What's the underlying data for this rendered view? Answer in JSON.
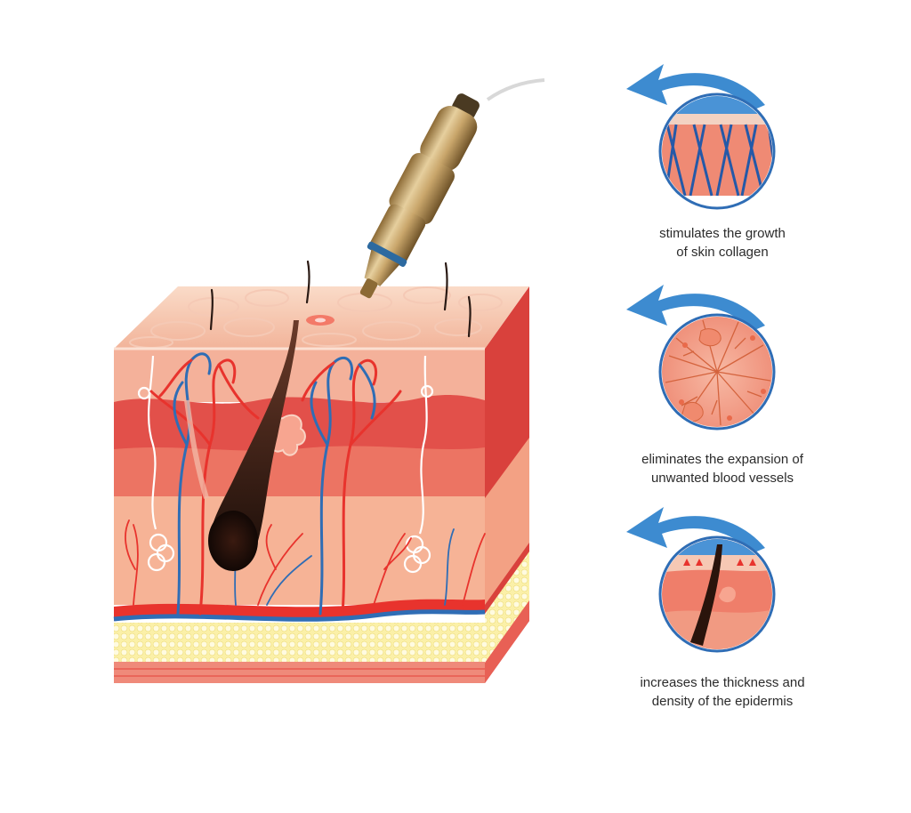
{
  "panels": [
    {
      "id": "collagen",
      "caption_lines": [
        "stimulates the growth",
        "of skin collagen"
      ]
    },
    {
      "id": "vessels",
      "caption_lines": [
        "eliminates the expansion of",
        "unwanted blood vessels"
      ]
    },
    {
      "id": "epidermis",
      "caption_lines": [
        "increases the thickness and",
        "density of the epidermis"
      ]
    }
  ],
  "colors": {
    "skin_surface": "#f7c9b2",
    "epidermis": "#f1a58e",
    "dermis_dark": "#e04a45",
    "dermis_mid": "#ee7d6a",
    "dermis_light": "#f6b59a",
    "fat": "#fbf0a8",
    "artery": "#e8332d",
    "vein": "#2f6db5",
    "device": "#c9a66b",
    "arrow": "#3d8bd0"
  }
}
